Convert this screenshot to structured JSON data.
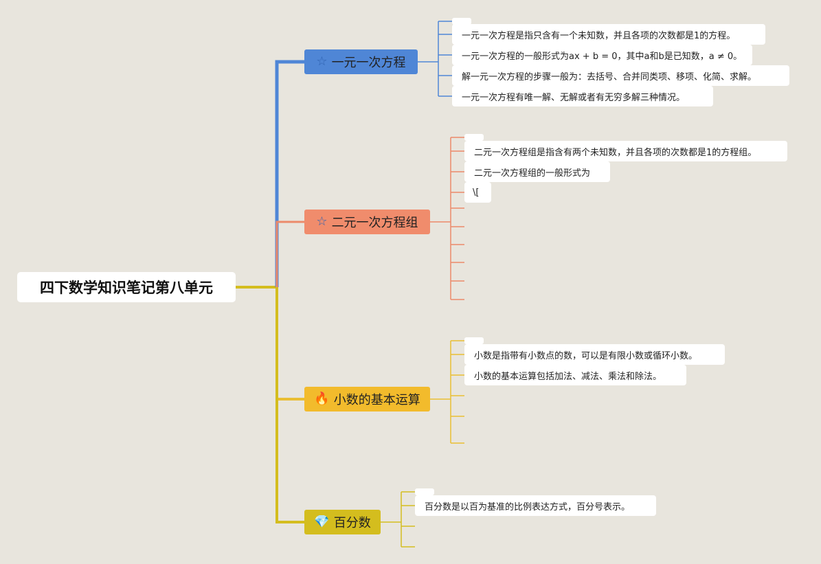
{
  "root": {
    "title": "四下数学知识笔记第八单元"
  },
  "colors": {
    "background": "#e8e5dd",
    "branch1": "#4f86d6",
    "branch2": "#f08c6c",
    "branch3": "#f2bb2c",
    "branch4": "#d4bd1e",
    "connector1": "#4f86d6",
    "connector2": "#ec8a6a",
    "connector3": "#e9be33",
    "connector4": "#d4bd1e"
  },
  "branches": [
    {
      "title": "一元一次方程",
      "icon": "star-icon",
      "glyph": "☆",
      "leaves": [
        "",
        "一元一次方程是指只含有一个未知数，并且各项的次数都是1的方程。",
        "一元一次方程的一般形式为ax + b = 0，其中a和b是已知数，a ≠ 0。",
        "解一元一次方程的步骤一般为：去括号、合并同类项、移项、化简、求解。",
        "一元一次方程有唯一解、无解或者有无穷多解三种情况。"
      ]
    },
    {
      "title": "二元一次方程组",
      "icon": "star-icon",
      "glyph": "☆",
      "leaves": [
        "",
        "二元一次方程组是指含有两个未知数，并且各项的次数都是1的方程组。",
        "二元一次方程组的一般形式为",
        "\\[",
        "",
        "",
        "",
        "",
        "",
        ""
      ]
    },
    {
      "title": "小数的基本运算",
      "icon": "fire-icon",
      "glyph": "🔥",
      "leaves": [
        "",
        "小数是指带有小数点的数，可以是有限小数或循环小数。",
        "小数的基本运算包括加法、减法、乘法和除法。",
        "",
        "",
        ""
      ]
    },
    {
      "title": "百分数",
      "icon": "gem-icon",
      "glyph": "💎",
      "leaves": [
        "",
        "百分数是以百为基准的比例表达方式，百分号表示。",
        "",
        ""
      ]
    }
  ]
}
